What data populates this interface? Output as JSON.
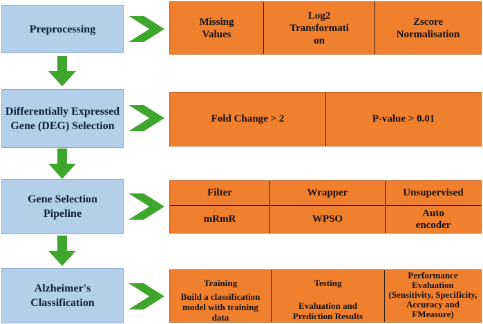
{
  "colors": {
    "stage_fill": "#b4cfe9",
    "detail_fill": "#f07f2e",
    "arrow": "#3ea52d"
  },
  "icons": {
    "down_arrow": "down-arrow-icon",
    "right_chevron": "chevron-right-icon"
  },
  "stages": [
    {
      "title": "Preprocessing",
      "items": [
        "Missing Values",
        "Log2 Transformati on",
        "Zscore Normalisation"
      ]
    },
    {
      "title": "Differentially Expressed Gene (DEG) Selection",
      "items": [
        "Fold Change > 2",
        "P-value > 0.01"
      ]
    },
    {
      "title": "Gene Selection Pipeline",
      "headers": [
        "Filter",
        "Wrapper",
        "Unsupervised"
      ],
      "methods": [
        "mRmR",
        "WPSO",
        "Auto encoder"
      ]
    },
    {
      "title": "Alzheimer's Classification",
      "columns": [
        {
          "heading": "Training",
          "detail": "Build a classification model with training data"
        },
        {
          "heading": "Testing",
          "detail": "Evaluation and Prediction Results"
        },
        {
          "heading": "Performance Evaluation",
          "detail": "(Sensitivity, Specificity, Accuracy and FMeasure)"
        }
      ]
    }
  ]
}
